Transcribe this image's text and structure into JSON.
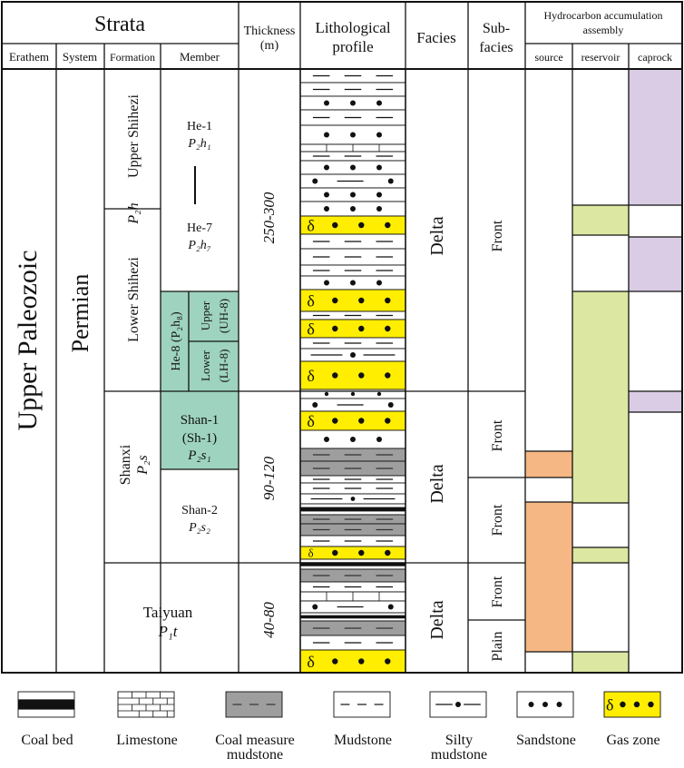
{
  "header": {
    "strata": "Strata",
    "thickness_line1": "Thickness",
    "thickness_line2": "(m)",
    "litho_line1": "Lithological",
    "litho_line2": "profile",
    "facies": "Facies",
    "subfacies_line1": "Sub-",
    "subfacies_line2": "facies",
    "hc_line1": "Hydrocarbon accumulation",
    "hc_line2": "assembly",
    "erathem": "Erathem",
    "system": "System",
    "formation": "Formation",
    "member": "Member",
    "source": "source",
    "reservoir": "reservoir",
    "caprock": "caprock"
  },
  "erathem": "Upper Paleozoic",
  "system": "Permian",
  "formations": {
    "upper_shihezi": "Upper Shihezi",
    "upper_shihezi_symbol": "P₂h",
    "lower_shihezi": "Lower Shihezi",
    "shanxi": "Shanxi",
    "shanxi_symbol": "P₂s",
    "taiyuan": "Taiyuan",
    "taiyuan_symbol": "P₁t"
  },
  "members": {
    "he1": "He-1",
    "he1_symbol": "P₂h₁",
    "he7": "He-7",
    "he7_symbol": "P₂h₇",
    "he8": "He-8 (P₂h₈)",
    "upper_he8": "Upper",
    "upper_he8_code": "(UH-8)",
    "lower_he8": "Lower",
    "lower_he8_code": "(LH-8)",
    "shan1": "Shan-1",
    "shan1_code": "(Sh-1)",
    "shan1_symbol": "P₂s₁",
    "shan2": "Shan-2",
    "shan2_symbol": "P₂s₂"
  },
  "thickness": {
    "shihezi": "250-300",
    "shanxi": "90-120",
    "taiyuan": "40-80"
  },
  "facies": {
    "shihezi": "Delta",
    "shanxi": "Delta",
    "taiyuan": "Delta"
  },
  "subfacies": {
    "shihezi_front": "Front",
    "shanxi_front_1": "Front",
    "shanxi_front_2": "Front",
    "taiyuan_front": "Front",
    "taiyuan_plain": "Plain"
  },
  "gas_symbol": "δ",
  "legend": [
    {
      "key": "coal",
      "label": "Coal bed"
    },
    {
      "key": "limestone",
      "label": "Limestone"
    },
    {
      "key": "coalmud",
      "label": "Coal measure mudstone"
    },
    {
      "key": "mudstone",
      "label": "Mudstone"
    },
    {
      "key": "silty",
      "label": "Silty mudstone"
    },
    {
      "key": "sandstone",
      "label": "Sandstone"
    },
    {
      "key": "gas",
      "label": "Gas zone"
    }
  ],
  "colors": {
    "gas_zone": "#FFEE00",
    "coal_mudstone": "#9E9E9E",
    "source": "#F5B783",
    "reservoir": "#DCE7A1",
    "caprock": "#D9CCE4",
    "member_highlight": "#9ED3BF",
    "member_text": "#E0201B"
  }
}
